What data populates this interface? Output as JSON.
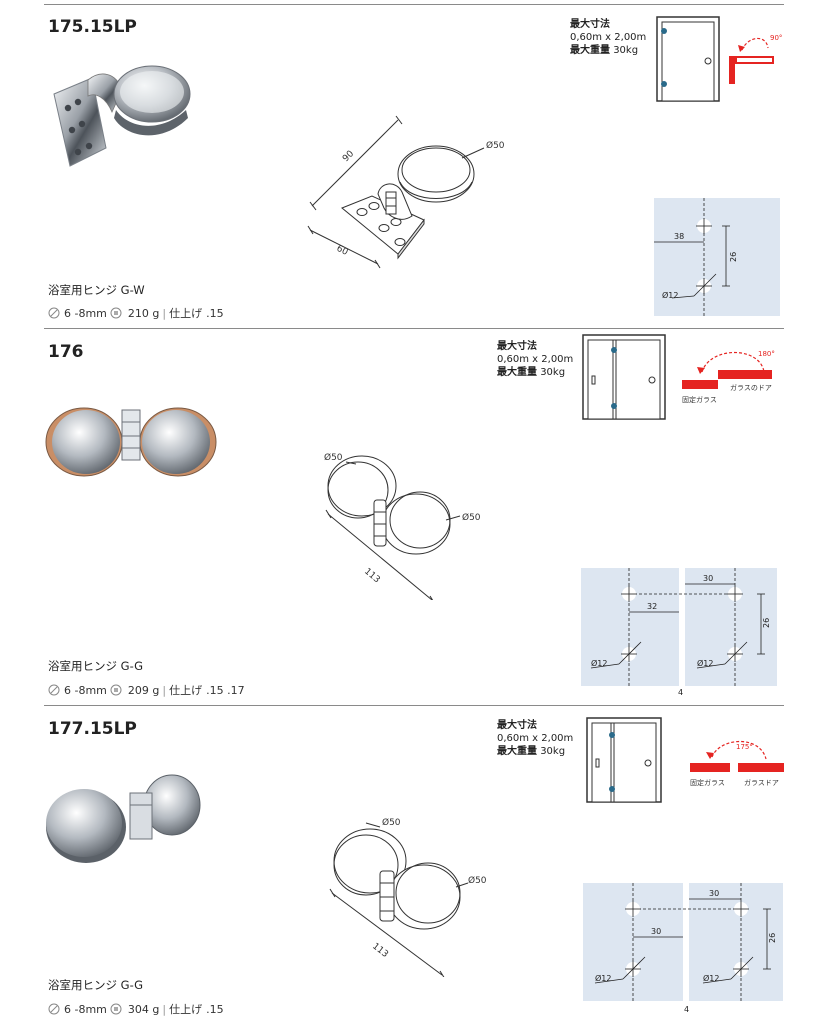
{
  "spec_labels": {
    "max_size_label": "最大寸法",
    "max_size_value": "0,60m x 2,00m",
    "max_weight_label": "最大重量",
    "max_weight_value": "30kg"
  },
  "products": [
    {
      "code": "175.15LP",
      "name": "浴室用ヒンジ G-W",
      "glass": "6 -8mm",
      "weight": "210 g",
      "finish_label": "仕上げ",
      "finish": ".15",
      "dims": {
        "length": "90",
        "width": "60",
        "diameter": "Ø50"
      },
      "swing": {
        "angle": "90°"
      },
      "holes": {
        "offset": "38",
        "spacing": "26",
        "diameter": "Ø12"
      }
    },
    {
      "code": "176",
      "name": "浴室用ヒンジ G-G",
      "glass": "6 -8mm",
      "weight": "209 g",
      "finish_label": "仕上げ",
      "finish": ".15 .17",
      "dims": {
        "length": "113",
        "diameter_left": "Ø50",
        "diameter_right": "Ø50"
      },
      "swing": {
        "angle": "180°",
        "fixed_label": "固定ガラス",
        "door_label": "ガラスのドア"
      },
      "holes": {
        "top": "30",
        "offset": "32",
        "spacing": "26",
        "diameter_left": "Ø12",
        "diameter_right": "Ø12",
        "gap": "4"
      }
    },
    {
      "code": "177.15LP",
      "name": "浴室用ヒンジ G-G",
      "glass": "6 -8mm",
      "weight": "304 g",
      "finish_label": "仕上げ",
      "finish": ".15",
      "dims": {
        "length": "113",
        "diameter_left": "Ø50",
        "diameter_right": "Ø50"
      },
      "swing": {
        "angle": "175°",
        "fixed_label": "固定ガラス",
        "door_label": "ガラスドア"
      },
      "holes": {
        "top": "30",
        "offset": "30",
        "spacing": "26",
        "diameter_left": "Ø12",
        "diameter_right": "Ø12",
        "gap": "4"
      }
    }
  ],
  "colors": {
    "accent_red": "#e52421",
    "blueprint_bg": "#dde6f1",
    "hinge_pin": "#2a6a8a",
    "chrome_dark": "#6c7178",
    "chrome_light": "#f4f6f8"
  }
}
